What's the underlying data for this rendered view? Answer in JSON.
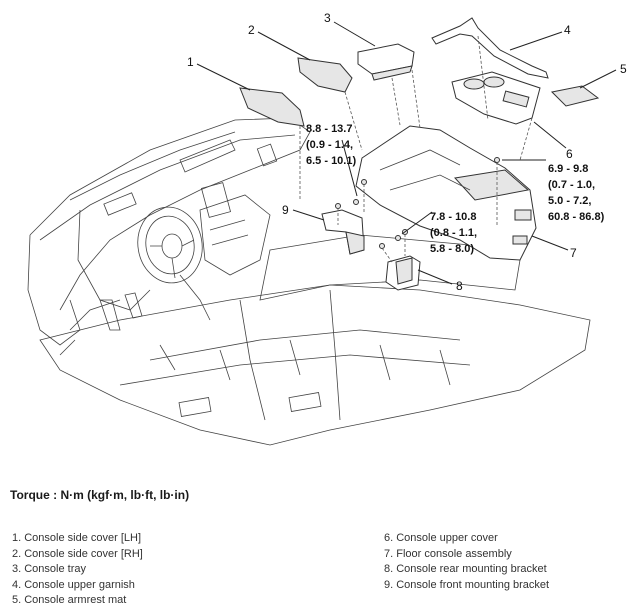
{
  "callouts": {
    "c1": "1",
    "c2": "2",
    "c3": "3",
    "c4": "4",
    "c5": "5",
    "c6": "6",
    "c7": "7",
    "c8": "8",
    "c9": "9"
  },
  "torque_specs": {
    "a": [
      "8.8 - 13.7",
      "(0.9 - 1.4,",
      "6.5 - 10.1)"
    ],
    "b": [
      "6.9 - 9.8",
      "(0.7 - 1.0,",
      "5.0 - 7.2,",
      "60.8 - 86.8)"
    ],
    "c": [
      "7.8 - 10.8",
      "(0.8 - 1.1,",
      "5.8 - 8.0)"
    ]
  },
  "torque_title": "Torque : N·m (kgf·m, lb·ft, lb·in)",
  "legend": {
    "left": [
      "1. Console side cover [LH]",
      "2. Console side cover [RH]",
      "3. Console tray",
      "4. Console upper garnish",
      "5. Console armrest mat"
    ],
    "right": [
      "6. Console upper cover",
      "7. Floor console assembly",
      "8. Console rear mounting bracket",
      "9. Console front mounting bracket"
    ]
  }
}
